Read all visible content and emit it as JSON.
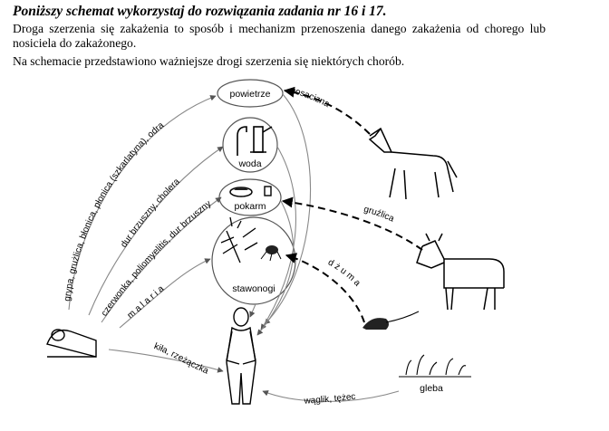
{
  "header": {
    "title": "Poniższy schemat wykorzystaj do rozwiązania zadania nr 16 i 17.",
    "intro": "Droga szerzenia się zakażenia to sposób i mechanizm przenoszenia danego zakażenia od chorego lub nosiciela do zakażonego.",
    "intro2": "Na schemacie przedstawiono ważniejsze drogi szerzenia się niektórych chorób."
  },
  "nodes": {
    "powietrze": "powietrze",
    "woda": "woda",
    "pokarm": "pokarm",
    "stawonogi": "stawonogi",
    "gleba": "gleba"
  },
  "routes": {
    "air": "grypa, grużlica, błonica, płonica (szkarlatyna), odra",
    "water": "dur brzuszny, cholera",
    "food": "czerwonka, poliomyelitis, dur brzuszny",
    "malaria": "m a l a r i a",
    "nosacizna": "nosacizna",
    "gruzlica": "gruźlica",
    "dzuma": "d ż u m a",
    "kila": "kiła, rzeżączka",
    "waglik": "wąglik, tężec"
  },
  "colors": {
    "arrow": "#777777",
    "line": "#000000"
  }
}
